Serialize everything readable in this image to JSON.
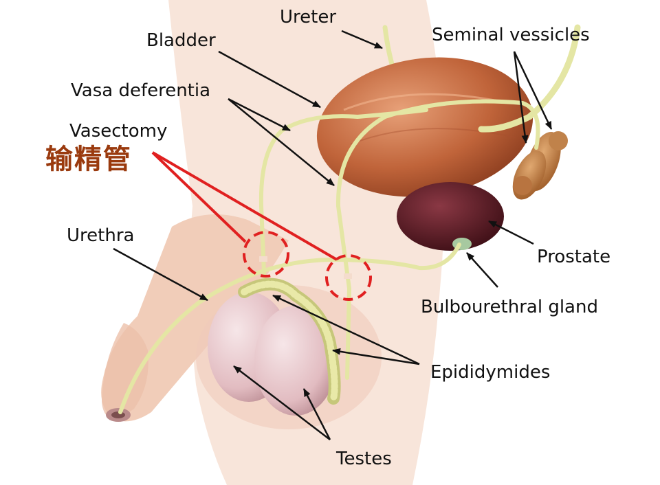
{
  "labels": {
    "ureter": "Ureter",
    "bladder": "Bladder",
    "seminal_vesicles": "Seminal vessicles",
    "vasa_deferentia": "Vasa deferentia",
    "vasectomy": "Vasectomy",
    "vasectomy_chinese": "输精管",
    "urethra": "Urethra",
    "prostate": "Prostate",
    "bulbourethral_gland": "Bulbourethral gland",
    "epididymides": "Epididymides",
    "testes": "Testes"
  },
  "colors": {
    "vasectomy_marker": "#e02020",
    "chinese_label": "#9a3a0e",
    "bladder": "#c0643a",
    "prostate": "#5a1a22",
    "duct": "#e4e6a4",
    "testes": "#e6c3c7",
    "skin": "#f4dccd"
  },
  "icons": [
    "leader-arrow",
    "vasectomy-cut-circle"
  ]
}
